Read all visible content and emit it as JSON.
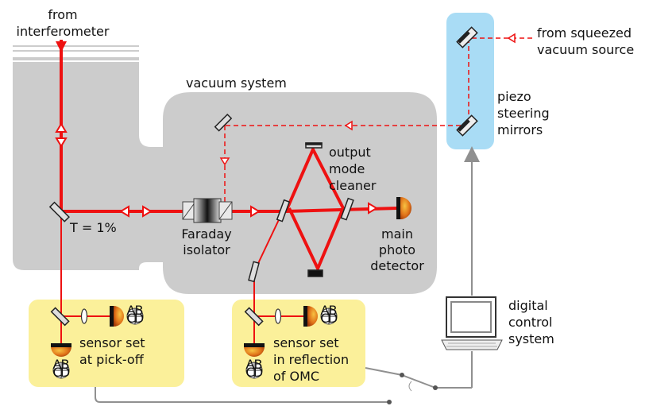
{
  "labels": {
    "from_interferometer": [
      "from",
      "interferometer"
    ],
    "from_squeezed": [
      "from squeezed",
      "vacuum source"
    ],
    "vacuum_system": "vacuum system",
    "piezo": [
      "piezo",
      "steering",
      "mirrors"
    ],
    "output_mode_cleaner": [
      "output",
      "mode",
      "cleaner"
    ],
    "transmission": "T = 1%",
    "faraday": [
      "Faraday",
      "isolator"
    ],
    "main_pd": [
      "main",
      "photo",
      "detector"
    ],
    "digital_control": [
      "digital",
      "control",
      "system"
    ],
    "sensor_pickoff": [
      "sensor set",
      "at pick-off"
    ],
    "sensor_omc": [
      "sensor set",
      "in reflection",
      "of OMC"
    ]
  },
  "quadrant": [
    "A",
    "B",
    "C",
    "D"
  ],
  "colors": {
    "beam": "#ee1111",
    "vacuum": "#cccccc",
    "sensor_box": "#fbf09a",
    "piezo_box": "#a9dcf5",
    "cable": "#909090"
  }
}
